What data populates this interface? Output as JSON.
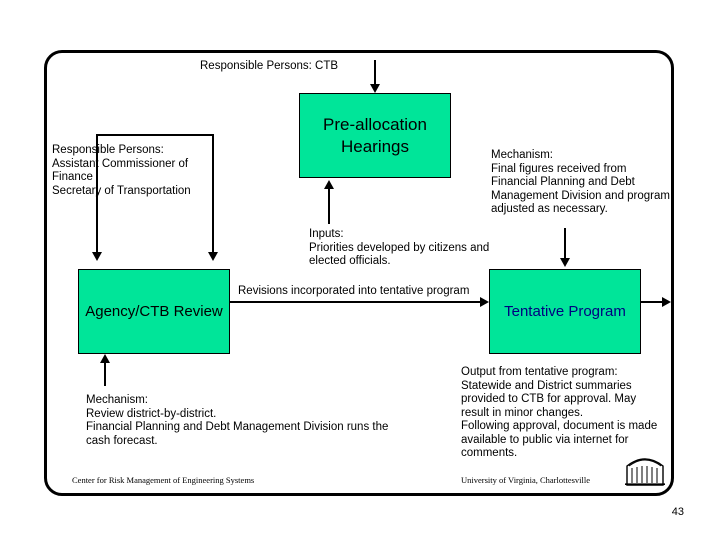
{
  "slide": {
    "page_number": "43",
    "footer_left": "Center for Risk Management of Engineering Systems",
    "footer_right": "University of Virginia, Charlottesville"
  },
  "diagram": {
    "top_title": "Responsible Persons: CTB",
    "boxes": {
      "preallocation": "Pre-allocation Hearings",
      "agency": "Agency/CTB Review",
      "tentative": "Tentative Program"
    },
    "labels": {
      "responsible_persons": "Responsible Persons:\nAssistant Commissioner of Finance\nSecretary of Transportation",
      "mechanism_right": "Mechanism:\nFinal figures received from Financial Planning and Debt Management Division and program adjusted as necessary.",
      "inputs": "Inputs:\nPriorities developed by citizens and elected officials.",
      "revisions": "Revisions incorporated into tentative program",
      "mechanism_bottom": "Mechanism:\nReview district-by-district.\nFinancial Planning and Debt Management Division runs the cash forecast.",
      "output": "Output from tentative program:\nStatewide and District summaries provided to CTB for approval. May result in minor changes.\nFollowing approval, document is made available to public via internet for comments."
    },
    "colors": {
      "box_fill": "#00E599",
      "outline": "#000000",
      "tentative_text": "#000080"
    }
  }
}
